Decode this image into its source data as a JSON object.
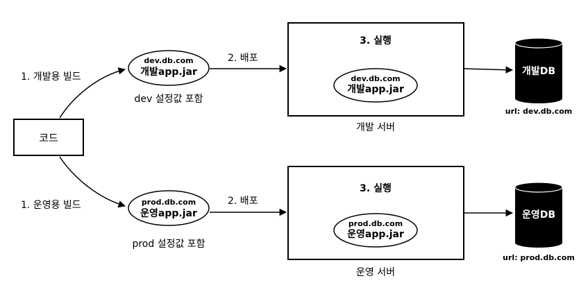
{
  "code_box": {
    "label": "코드"
  },
  "build_dev": {
    "label": "1. 개발용 빌드"
  },
  "build_prod": {
    "label": "1. 운영용 빌드"
  },
  "artifact_dev": {
    "host": "dev.db.com",
    "file": "개발app.jar",
    "caption": "dev 설정값 포함"
  },
  "artifact_prod": {
    "host": "prod.db.com",
    "file": "운영app.jar",
    "caption": "prod 설정값 포함"
  },
  "deploy_dev": {
    "label": "2. 배포"
  },
  "deploy_prod": {
    "label": "2. 배포"
  },
  "server_dev": {
    "run_label": "3. 실행",
    "host": "dev.db.com",
    "file": "개발app.jar",
    "caption": "개발 서버"
  },
  "server_prod": {
    "run_label": "3. 실행",
    "host": "prod.db.com",
    "file": "운영app.jar",
    "caption": "운영 서버"
  },
  "db_dev": {
    "label": "개발DB",
    "url": "url: dev.db.com",
    "color": "#000000"
  },
  "db_prod": {
    "label": "운영DB",
    "url": "url: prod.db.com",
    "color": "#000000"
  }
}
